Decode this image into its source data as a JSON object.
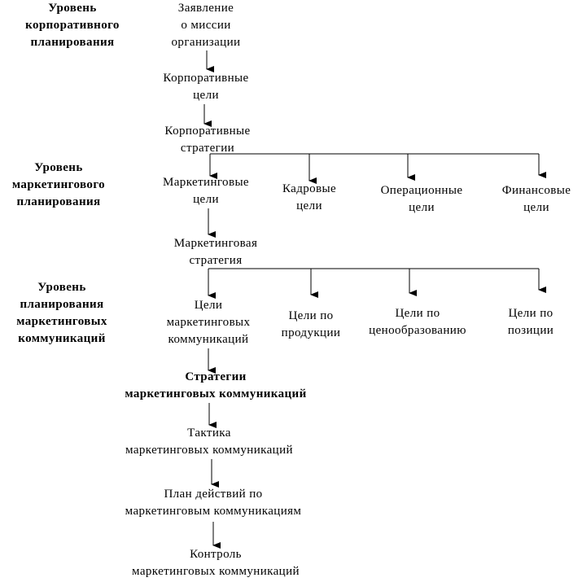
{
  "levels": {
    "corporate": "Уровень\nкорпоративного\nпланирования",
    "marketing": "Уровень\nмаркетингового\nпланирования",
    "communications": "Уровень\nпланирования\nмаркетинговых\nкоммуникаций"
  },
  "nodes": {
    "mission": "Заявление\nо миссии\nорганизации",
    "corp_goals": "Корпоративные\nцели",
    "corp_strategies": "Корпоративные\nстратегии",
    "marketing_goals": "Маркетинговые\nцели",
    "hr_goals": "Кадровые\nцели",
    "operational_goals": "Операционные\nцели",
    "financial_goals": "Финансовые\nцели",
    "marketing_strategy": "Маркетинговая\nстратегия",
    "mc_goals": "Цели\nмаркетинговых\nкоммуникаций",
    "product_goals": "Цели по\nпродукции",
    "pricing_goals": "Цели по\nценообразованию",
    "positioning_goals": "Цели по\nпозиции",
    "mc_strategies": "Стратегии\nмаркетинговых коммуникаций",
    "mc_tactics": "Тактика\nмаркетинговых коммуникаций",
    "mc_action_plan": "План действий по\nмаркетинговым коммуникациям",
    "mc_control": "Контроль\nмаркетинговых коммуникаций"
  }
}
